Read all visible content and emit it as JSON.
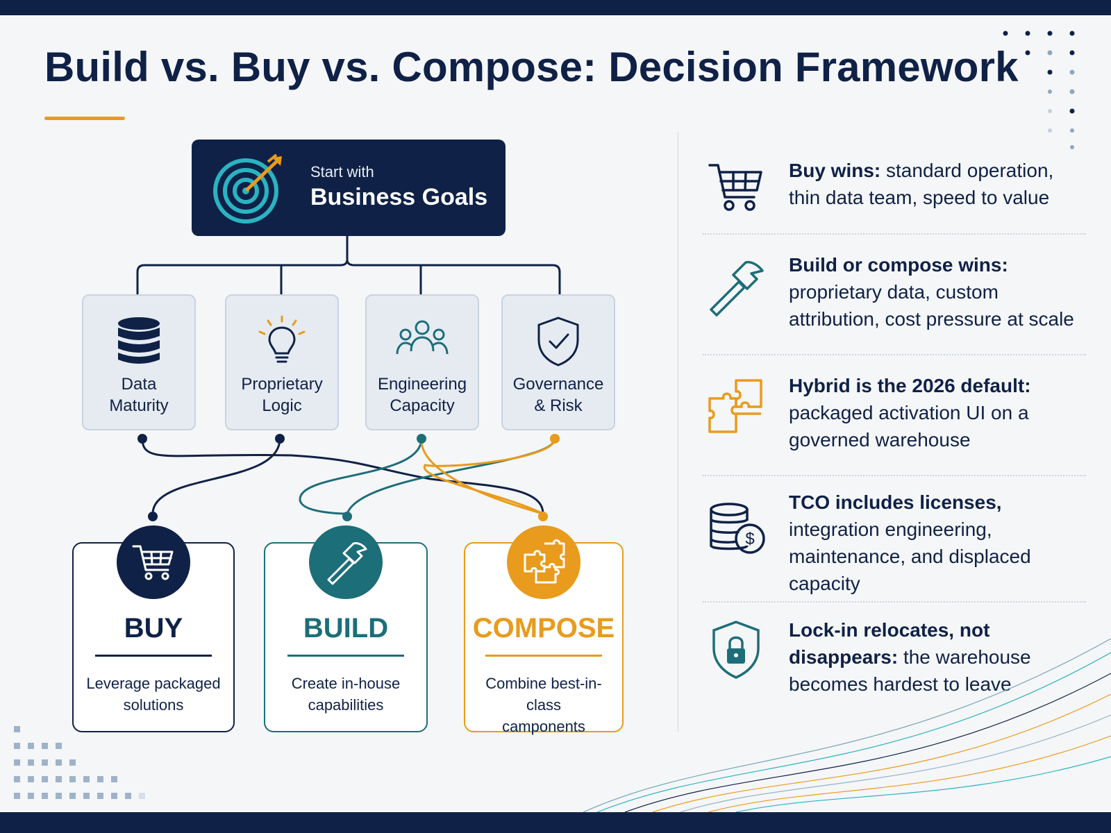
{
  "title": "Build vs. Buy vs. Compose: Decision Framework",
  "root": {
    "pre": "Start with",
    "main": "Business Goals",
    "icon": "target-icon"
  },
  "factors": [
    {
      "label": "Data\nMaturity",
      "icon": "database-icon"
    },
    {
      "label": "Proprietary\nLogic",
      "icon": "lightbulb-icon"
    },
    {
      "label": "Engineering\nCapacity",
      "icon": "people-icon"
    },
    {
      "label": "Governance\n& Risk",
      "icon": "shield-check-icon"
    }
  ],
  "options": [
    {
      "title": "BUY",
      "desc": "Leverage packaged\nsolutions",
      "icon": "cart-icon",
      "color": "#0f2146"
    },
    {
      "title": "BUILD",
      "desc": "Create in-house\ncapabilities",
      "icon": "hammer-icon",
      "color": "#1c6e78"
    },
    {
      "title": "COMPOSE",
      "desc": "Combine best-in-class\ncamponents",
      "icon": "puzzle-icon",
      "color": "#e89b1c"
    }
  ],
  "insights": [
    {
      "bold": "Buy wins:",
      "rest": " standard operation, thin data team, speed to value",
      "icon": "cart-icon"
    },
    {
      "bold": "Build or compose wins:",
      "rest": " proprietary data, custom attribution, cost pressure at scale",
      "icon": "hammer-icon"
    },
    {
      "bold": "Hybrid is the 2026 default:",
      "rest": " packaged activation UI on a governed warehouse",
      "icon": "puzzle-icon"
    },
    {
      "bold": "TCO includes licenses,",
      "rest": " integration engineering, maintenance, and displaced capacity",
      "icon": "coins-dollar-icon"
    },
    {
      "bold": "Lock-in relocates, not disappears:",
      "rest": " the warehouse becomes hardest to leave",
      "icon": "shield-lock-icon"
    }
  ],
  "colors": {
    "navy": "#0f2146",
    "teal": "#1c6e78",
    "orange": "#e89b1c",
    "box": "#e6ebf2"
  }
}
